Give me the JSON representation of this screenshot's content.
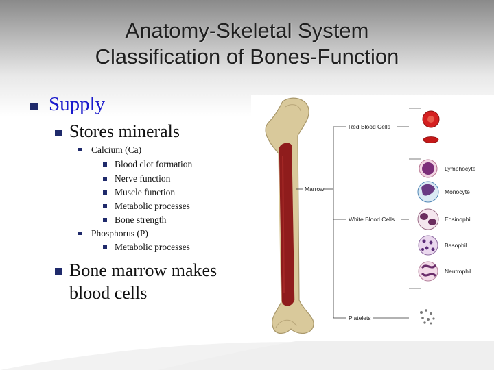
{
  "slide": {
    "title_line1": "Anatomy-Skeletal System",
    "title_line2": "Classification of Bones-Function"
  },
  "bullets": {
    "supply": "Supply",
    "stores_minerals": "Stores minerals",
    "calcium": "Calcium (Ca)",
    "calcium_items": [
      "Blood clot formation",
      "Nerve function",
      "Muscle function",
      "Metabolic processes",
      "Bone strength"
    ],
    "phosphorus": "Phosphorus (P)",
    "phosphorus_items": [
      "Metabolic processes"
    ],
    "bone_marrow": "Bone marrow makes blood cells"
  },
  "figure": {
    "marrow": "Marrow",
    "red_blood_cells": "Red Blood Cells",
    "white_blood_cells": "White Blood Cells",
    "platelets": "Platelets",
    "white_types": [
      "Lymphocyte",
      "Monocyte",
      "Eosinophil",
      "Basophil",
      "Neutrophil"
    ]
  },
  "colors": {
    "bullet_square": "#1f2a6b",
    "supply_text": "#1a1acc",
    "bone": "#d8c89a",
    "marrow": "#8b1a1a",
    "red_cell": "#d42020"
  }
}
